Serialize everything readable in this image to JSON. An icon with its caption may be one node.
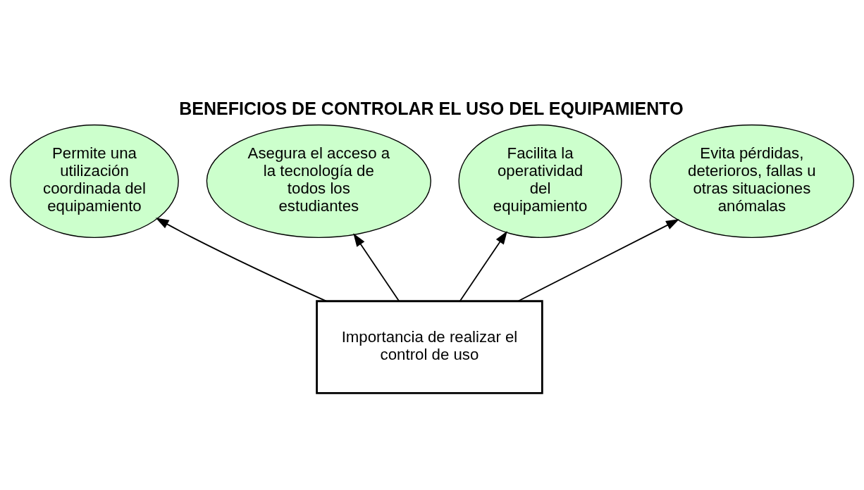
{
  "diagram": {
    "title": "BENEFICIOS DE CONTROLAR EL USO DEL EQUIPAMIENTO",
    "nodes": [
      {
        "text": [
          "Permite una utilización coordinada del equipamiento"
        ]
      },
      {
        "text": [
          "Asegura el acceso a la tecnología de todos los estudiantes"
        ]
      },
      {
        "text": [
          "Facilita la operatividad del equipamiento"
        ]
      },
      {
        "text": [
          "Evita pérdidas, deterioros, fallas u otras situaciones anómalas"
        ]
      },
      {
        "text": [
          "Importancia de realizar el control de uso"
        ]
      }
    ],
    "edges": [
      {
        "from": 4,
        "to": 0,
        "arrow": "to"
      },
      {
        "from": 4,
        "to": 1,
        "arrow": "to"
      },
      {
        "from": 4,
        "to": 2,
        "arrow": "to"
      },
      {
        "from": 4,
        "to": 3,
        "arrow": "to"
      }
    ]
  }
}
